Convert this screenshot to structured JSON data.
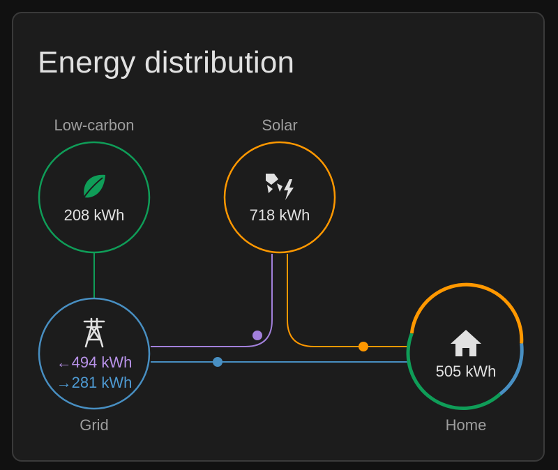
{
  "card": {
    "title": "Energy distribution"
  },
  "nodes": {
    "low_carbon": {
      "label": "Low-carbon",
      "value": "208 kWh",
      "icon": "leaf-icon",
      "color": "#0f9d58"
    },
    "solar": {
      "label": "Solar",
      "value": "718 kWh",
      "icon": "solar-power-icon",
      "color": "#ff9800"
    },
    "grid": {
      "label": "Grid",
      "icon": "transmission-tower-icon",
      "color": "#488fc2",
      "to_grid": "←494 kWh",
      "from_grid": "→281 kWh",
      "to_grid_color": "#a280db",
      "from_grid_color": "#488fc2"
    },
    "home": {
      "label": "Home",
      "value": "505 kWh",
      "icon": "home-icon"
    }
  },
  "colors": {
    "background": "#1c1c1c",
    "text": "#e1e1e1",
    "label": "#9e9e9e",
    "low_carbon": "#0f9d58",
    "solar": "#ff9800",
    "grid_in": "#488fc2",
    "grid_out": "#a280db"
  }
}
